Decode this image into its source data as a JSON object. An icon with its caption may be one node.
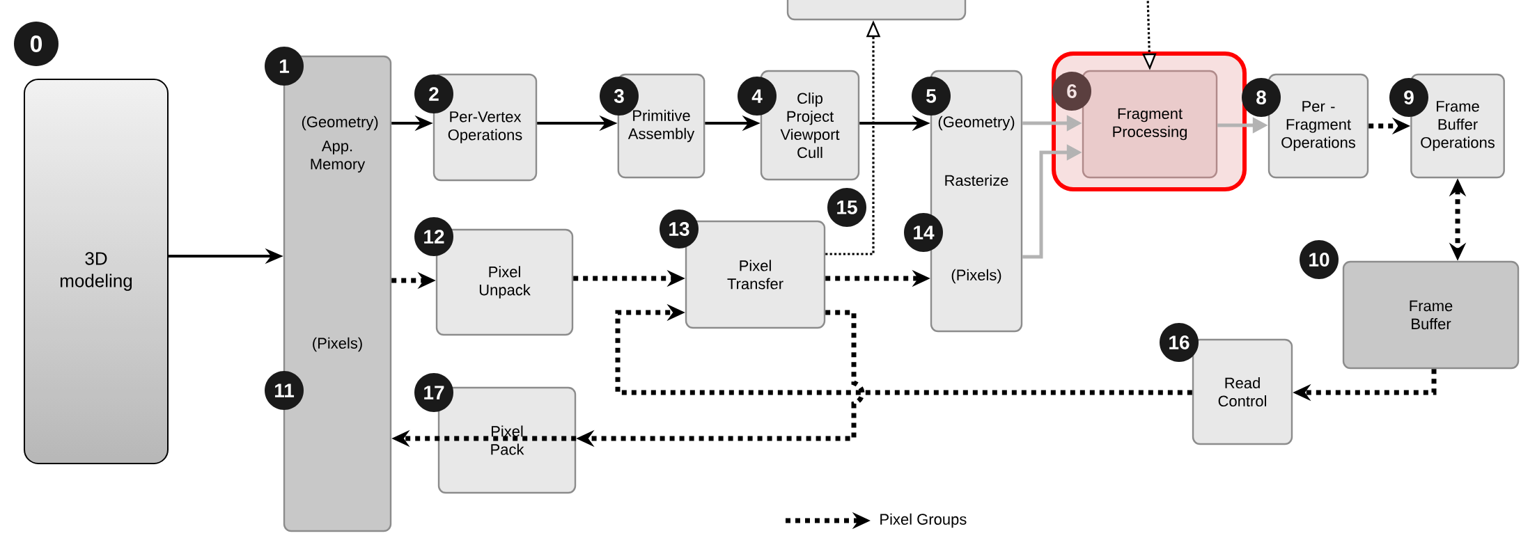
{
  "diagram": {
    "nodes": [
      {
        "text": [],
        "shape": "box"
      },
      {
        "text": [
          "0"
        ]
      },
      {
        "text": [
          "3D modeling"
        ]
      },
      {
        "text": [
          "1"
        ]
      },
      {
        "text": [
          "(Geometry)",
          "App. Memory",
          "(Pixels)"
        ]
      },
      {
        "text": [
          "2"
        ]
      },
      {
        "text": [
          "Per-Vertex Operations"
        ]
      },
      {
        "text": [
          "3"
        ]
      },
      {
        "text": [
          "Primitive Assembly"
        ]
      },
      {
        "text": [
          "4"
        ]
      },
      {
        "text": [
          "Clip Project Viewport Cull"
        ]
      },
      {
        "text": [
          "5"
        ]
      },
      {
        "text": [
          "(Geometry)",
          "Rasterize",
          "(Pixels)"
        ]
      },
      {
        "text": [
          "6"
        ]
      },
      {
        "text": [
          "Fragment Processing"
        ]
      },
      {
        "text": [
          "8"
        ]
      },
      {
        "text": [
          "Per - Fragment Operations"
        ]
      },
      {
        "text": [
          "9"
        ]
      },
      {
        "text": [
          "Frame Buffer Operations"
        ]
      },
      {
        "text": [
          "15"
        ]
      },
      {
        "text": [
          "10"
        ]
      },
      {
        "text": [
          "Frame Buffer"
        ]
      },
      {
        "text": [
          "12"
        ]
      },
      {
        "text": [
          "Pixel Unpack"
        ]
      },
      {
        "text": [
          "13"
        ]
      },
      {
        "text": [
          "Pixel Transfer"
        ]
      },
      {
        "text": [
          "14"
        ]
      },
      {
        "text": [
          "11"
        ]
      },
      {
        "text": [
          "16"
        ]
      },
      {
        "text": [
          "Read Control"
        ]
      },
      {
        "text": [
          "17"
        ]
      },
      {
        "text": [
          "Pixel Pack"
        ]
      }
    ],
    "edges": [
      {
        "from": 2,
        "to": 4,
        "arrow": "to"
      },
      {
        "from": 4,
        "to": 6,
        "arrow": "to"
      },
      {
        "from": 6,
        "to": 8,
        "arrow": "to"
      },
      {
        "from": 8,
        "to": 10,
        "arrow": "to"
      },
      {
        "from": 10,
        "to": 12,
        "arrow": "to"
      },
      {
        "from": 12,
        "to": 14,
        "arrow": "to",
        "color": "#b3b3b3"
      },
      {
        "from": 12,
        "to": 14,
        "arrow": "to",
        "color": "#b3b3b3"
      },
      {
        "from": 14,
        "to": 16,
        "arrow": "to",
        "color": "#b3b3b3"
      },
      {
        "from": 16,
        "to": 18,
        "arrow": "to",
        "style": "dashed"
      },
      {
        "from": 18,
        "to": 21,
        "arrow": "both",
        "style": "dashed"
      },
      {
        "from": 4,
        "to": 23,
        "arrow": "to",
        "style": "dashed"
      },
      {
        "from": 23,
        "to": 25,
        "arrow": "to",
        "style": "dashed"
      },
      {
        "from": 25,
        "to": 12,
        "arrow": "to",
        "style": "dashed"
      },
      {
        "from": 25,
        "to": 0,
        "arrow": "to",
        "style": "dashed"
      },
      {
        "from": null,
        "to": 14,
        "arrow": "to",
        "style": "dashed"
      },
      {
        "from": 21,
        "to": 29,
        "arrow": "to",
        "style": "dashed"
      },
      {
        "from": 29,
        "to": 25,
        "arrow": "to",
        "style": "dashed"
      },
      {
        "from": 25,
        "to": 31,
        "arrow": "to",
        "style": "dashed"
      },
      {
        "from": 31,
        "to": 4,
        "arrow": "to",
        "style": "dashed"
      }
    ],
    "legend": [
      {
        "text": "Pixel Groups"
      }
    ]
  }
}
